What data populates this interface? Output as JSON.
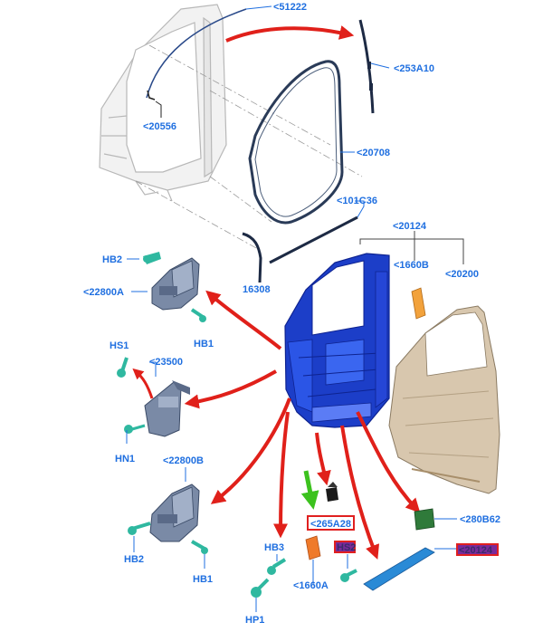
{
  "labels": {
    "p51222": "<51222",
    "p253A10": "<253A10",
    "p20556": "<20556",
    "p20708": "<20708",
    "p101C36": "<101C36",
    "p16308": "16308",
    "p20124": "<20124",
    "p1660B": "<1660B",
    "p20200": "<20200",
    "hb2_top": "HB2",
    "p22800A": "<22800A",
    "hb1_top": "HB1",
    "hs1": "HS1",
    "p23500": "<23500",
    "hn1": "HN1",
    "p22800B": "<22800B",
    "hb2_bottom": "HB2",
    "hb1_bottom": "HB1",
    "p265A28": "<265A28",
    "p280B62": "<280B62",
    "hb3": "HB3",
    "p1660A": "<1660A",
    "hp1": "HP1",
    "hl_small": "HS2",
    "hl_right": "<20124"
  },
  "colors": {
    "label": "#1f6fe0",
    "arrow_red": "#e0201a",
    "arrow_green": "#3cc21e",
    "door_blue": "#1c3ec8",
    "door_skin": "#d8c7ae",
    "highlight_box": "#e02020",
    "fastener": "#2fb8a0"
  }
}
